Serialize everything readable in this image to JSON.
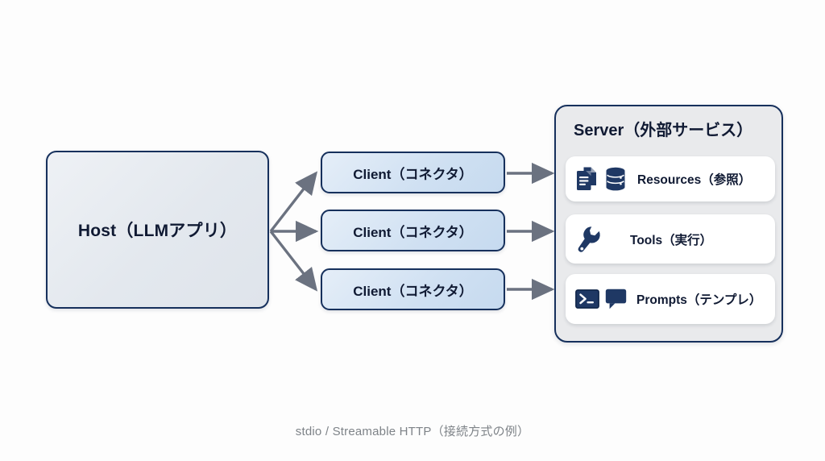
{
  "diagram": {
    "title_caption": "stdio / Streamable HTTP（接続方式の例）",
    "background_color": "#fdfdfd",
    "accent_border_color": "#16305c",
    "icon_color": "#1f3864",
    "arrow_color": "#6b7280"
  },
  "host": {
    "label": "Host（LLMアプリ）"
  },
  "clients": [
    {
      "label": "Client（コネクタ）"
    },
    {
      "label": "Client（コネクタ）"
    },
    {
      "label": "Client（コネクタ）"
    }
  ],
  "server": {
    "title": "Server（外部サービス）",
    "rows": [
      {
        "label": "Resources（参照）",
        "icons": [
          "documents-icon",
          "database-icon"
        ]
      },
      {
        "label": "Tools（実行）",
        "icons": [
          "wrench-icon"
        ]
      },
      {
        "label": "Prompts（テンプレ）",
        "icons": [
          "terminal-icon",
          "speech-bubble-icon"
        ]
      }
    ]
  },
  "connections": {
    "host_to_clients": [
      "fan-arrow-up",
      "fan-arrow-straight",
      "fan-arrow-down"
    ],
    "clients_to_server": [
      "arrow-right",
      "arrow-right",
      "arrow-right"
    ]
  }
}
